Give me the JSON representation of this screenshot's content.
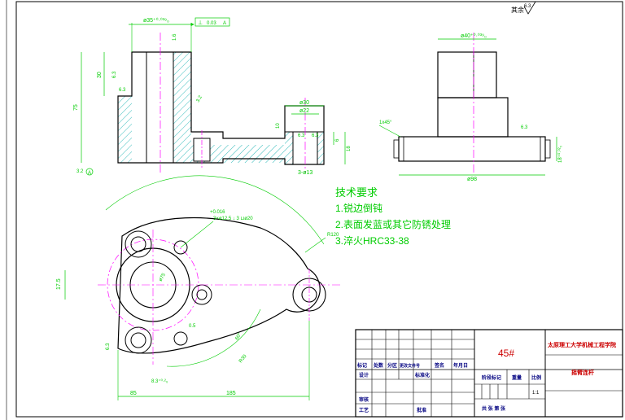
{
  "drawing": {
    "roughness_note": "其余",
    "roughness_values": {
      "r63": "6.3",
      "r32": "3.2",
      "r16": "1.6"
    },
    "colors": {
      "outline": "#000000",
      "dimension": "#00cc00",
      "center": "#ff00ff",
      "hatch": "#00aaaa",
      "title": "#000080"
    }
  },
  "front_view": {
    "boss_dia": "ø35⁺⁰·⁰³⁹₀",
    "tolerance_frame": [
      "⊥",
      "0.03",
      "A"
    ],
    "height_30": "30",
    "height_75": "75",
    "small_boss_dia": "ø30",
    "counterbore_dia": "ø22",
    "hole_spec": "3-ø13",
    "dim_10": "10",
    "dim_6": "6",
    "dim_18": "18",
    "datum_mark": "A"
  },
  "side_view": {
    "top_dia": "ø40⁺⁰·⁰³⁹₀",
    "chamfer": "1x45°",
    "base_dia": "ø98",
    "thickness": "18⁺⁰·⁰²₀"
  },
  "top_view": {
    "tol_dia_text": "+0.016",
    "hole_callout": "3×ø12.5 ↓ 3 ⊔ø20",
    "radius_120": "R120",
    "circle_dia": "ø75",
    "dim_17_5": "17.5",
    "dim_05": "0.5",
    "angle_60": "60°",
    "radius_30": "R30",
    "dim_8_3": "8.3⁺⁰·²₀",
    "dim_85": "85",
    "dim_185": "185"
  },
  "requirements": {
    "title": "技术要求",
    "items": [
      "1.锐边倒钝",
      "2.表面发蓝或其它防锈处理",
      "3.淬火HRC33-38"
    ]
  },
  "title_block": {
    "material": "45#",
    "school": "太原理工大学机械工程学院",
    "part_name": "摇臂连杆",
    "header_row": [
      "标记",
      "处数",
      "分区",
      "更改文件号",
      "签名",
      "年月日"
    ],
    "row_design": "设计",
    "row_standard": "标准化",
    "row_review": "审核",
    "row_process": "工艺",
    "row_approve": "批准",
    "stage_label": "阶段标记",
    "weight_label": "重量",
    "scale_label": "比例",
    "scale_value": "1:1",
    "sheet_text": "共  张  第  张"
  }
}
